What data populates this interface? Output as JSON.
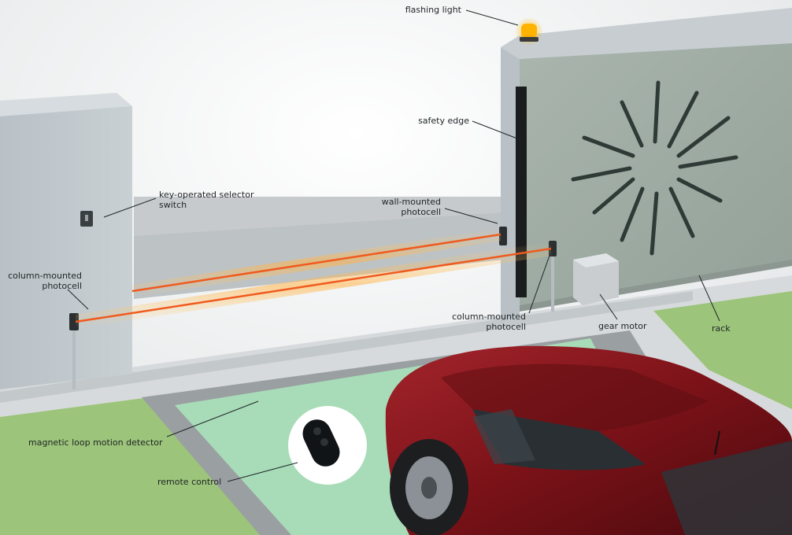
{
  "labels": {
    "flashing_light": "flashing light",
    "safety_edge": "safety edge",
    "key_selector_line1": "key-operated selector",
    "key_selector_line2": "switch",
    "wall_photocell_line1": "wall-mounted",
    "wall_photocell_line2": "photocell",
    "col_photocell_left_line1": "column-mounted",
    "col_photocell_left_line2": "photocell",
    "col_photocell_right_line1": "column-mounted",
    "col_photocell_right_line2": "photocell",
    "gear_motor": "gear motor",
    "rack": "rack",
    "magnetic_loop": "magnetic loop motion detector",
    "remote_control": "remote control"
  },
  "colors": {
    "beam": "#f05a1e",
    "beam_glow": "#ffb347",
    "loop_area": "#a8dcb8",
    "grass": "#9cc47a",
    "car_body": "#7a1218",
    "flashing_light": "#ffb300"
  }
}
